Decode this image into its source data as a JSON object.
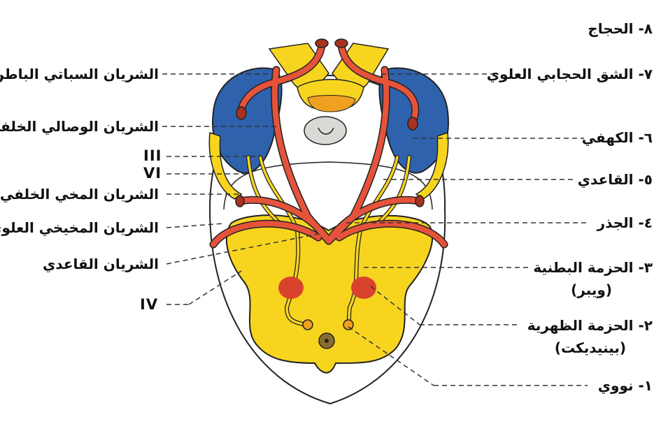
{
  "left_labels": {
    "internal_carotid": "الشريان السباتي الباطن",
    "posterior_communicating": "الشريان الوصالي الخلفي",
    "nerve_iii": "III",
    "nerve_vi": "VI",
    "posterior_cerebral": "الشريان المخي الخلفي",
    "superior_cerebellar": "الشريان المخيخي العلوي",
    "basilar": "الشريان القاعدي",
    "nerve_iv": "IV"
  },
  "right_labels": {
    "orbit": "٨- الحجاج",
    "superior_orbital_fissure": "٧- الشق الحجابي العلوي",
    "cavernous": "٦- الكهفي",
    "basilar": "٥- القاعدي",
    "root": "٤- الجذر",
    "ventral_tegmental": "٣- الحزمة البطنية",
    "ventral_tegmental_name": "(ويبر)",
    "dorsal_tegmental": "٢- الحزمة الظهرية",
    "dorsal_tegmental_name": "(بينيديكت)",
    "nuclear": "١- نووي"
  },
  "colors": {
    "yellow": "#f7d51f",
    "blue": "#2f62ad",
    "artery": "#e5533b",
    "artery_dark": "#a8321f",
    "red_nucleus": "#d9432e",
    "orange": "#f0a020",
    "gray": "#d9d9d5",
    "outline": "#222222",
    "leader": "#333333"
  }
}
